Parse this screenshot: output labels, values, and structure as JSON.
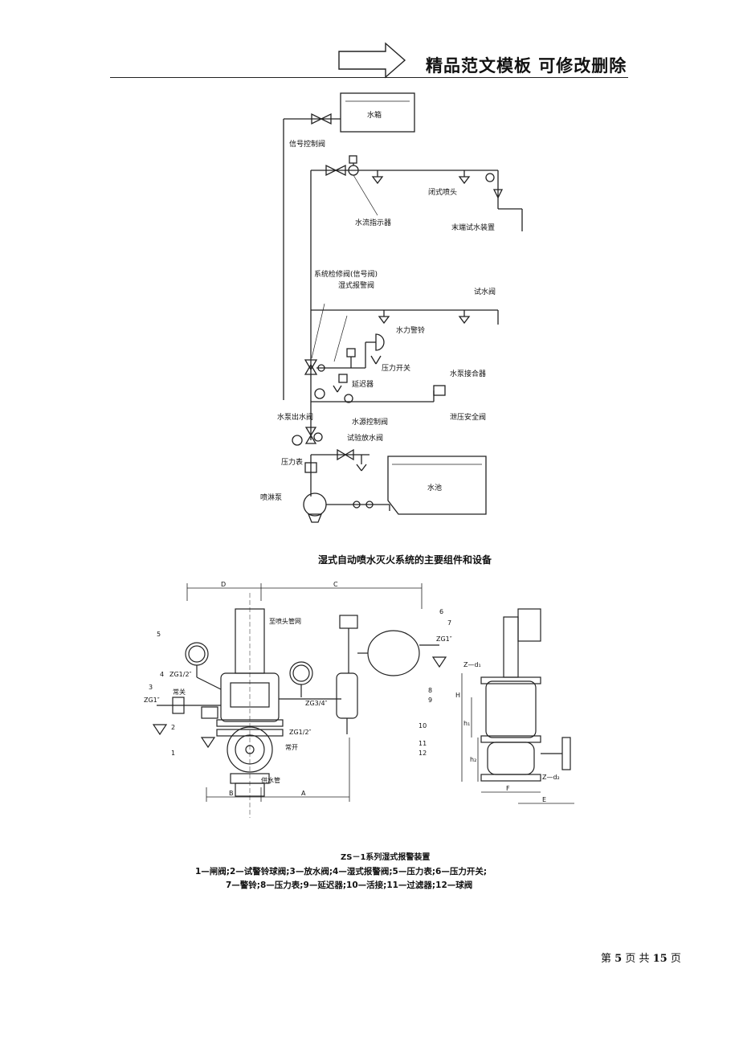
{
  "header": {
    "title": "精品范文模板 可修改删除"
  },
  "figure1": {
    "caption": "湿式自动喷水灭火系统的主要组件和设备",
    "labels": {
      "water_tank": "水箱",
      "signal_valve": "信号控制阀",
      "closed_sprinkler": "闭式喷头",
      "flow_indicator": "水流指示器",
      "end_test_device": "末端试水装置",
      "maintenance_valve": "系统检修阀(信号阀)",
      "wet_alarm_valve": "湿式报警阀",
      "test_valve": "试水阀",
      "water_gong": "水力警铃",
      "pressure_switch": "压力开关",
      "retard_chamber": "延迟器",
      "pump_connector": "水泵接合器",
      "pump_outlet_valve": "水泵出水阀",
      "pump_control_valve": "水源控制阀",
      "relief_valve": "泄压安全阀",
      "test_drain_valve": "试验放水阀",
      "pressure_gauge": "压力表",
      "pool": "水池",
      "sprinkler_pump": "喷淋泵"
    }
  },
  "figure2": {
    "caption": "ZS－1系列湿式报警装置",
    "legend_line1": "1—闸阀;2—试警铃球阀;3—放水阀;4—湿式报警阀;5—压力表;6—压力开关;",
    "legend_line2": "7—警铃;8—压力表;9—延迟器;10—活接;11—过滤器;12—球阀",
    "labels": {
      "dim_d": "D",
      "dim_c": "C",
      "dim_b": "B",
      "dim_a": "A",
      "dim_e": "E",
      "dim_f": "F",
      "dim_h": "H",
      "dim_h1": "h₁",
      "dim_h2": "h₂",
      "z_d": "Z—d₁",
      "z_d2": "Z—d₂",
      "to_sprinkler": "至喷头管网",
      "supply_pipe": "供水管",
      "normally_closed": "常关",
      "normally_open": "常开",
      "zg_half": "ZG1/2″",
      "zg_3_4": "ZG3/4″",
      "zg_half_b": "ZG1/2″",
      "zg_1": "ZG1″",
      "zg_1b": "ZG1″",
      "n1": "1",
      "n2": "2",
      "n3": "3",
      "n4": "4",
      "n5": "5",
      "n6": "6",
      "n7": "7",
      "n8": "8",
      "n9": "9",
      "n10": "10",
      "n11": "11",
      "n12": "12"
    }
  },
  "footer": {
    "prefix": "第",
    "page": "5",
    "middle": "页 共",
    "total": "15",
    "suffix": "页"
  }
}
